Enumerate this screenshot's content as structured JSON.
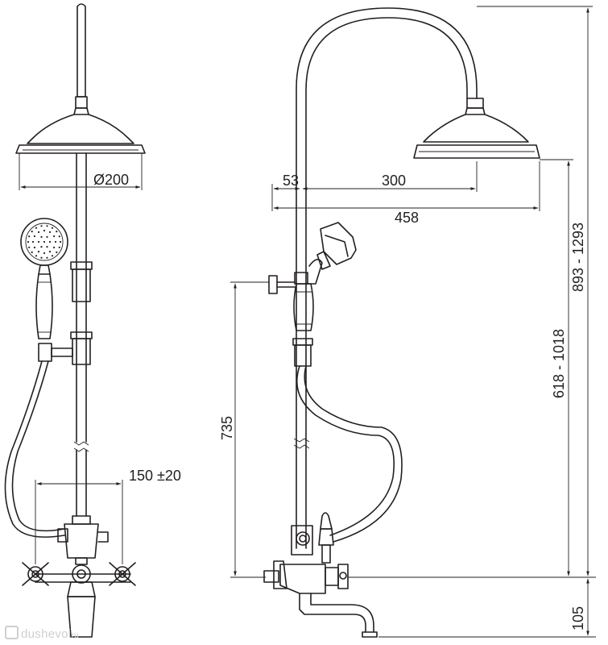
{
  "dimensions": {
    "head_diameter": "Ø200",
    "offset_small": "53",
    "arm_length": "300",
    "total_reach": "458",
    "centers": "150 ±20",
    "holder_height": "735",
    "head_height_range": "618 - 1018",
    "total_height_range": "893 - 1293",
    "spout_height": "105"
  },
  "watermark": {
    "text": "dushevoi",
    "suffix": "ru"
  },
  "colors": {
    "line": "#231f20",
    "background": "#ffffff",
    "watermark": "#cfcfcf"
  }
}
